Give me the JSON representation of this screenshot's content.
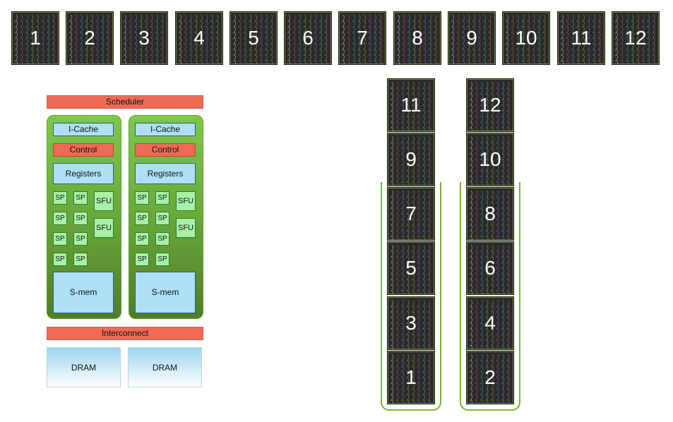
{
  "top_row": {
    "blocks": [
      "1",
      "2",
      "3",
      "4",
      "5",
      "6",
      "7",
      "8",
      "9",
      "10",
      "11",
      "12"
    ]
  },
  "gpu_diagram": {
    "scheduler": "Scheduler",
    "interconnect": "Interconnect",
    "sm_units": [
      {
        "icache": "I-Cache",
        "control": "Control",
        "registers": "Registers",
        "sp_label": "SP",
        "sfu_label": "SFU",
        "smem": "S-mem"
      },
      {
        "icache": "I-Cache",
        "control": "Control",
        "registers": "Registers",
        "sp_label": "SP",
        "sfu_label": "SFU",
        "smem": "S-mem"
      }
    ],
    "dram": [
      "DRAM",
      "DRAM"
    ]
  },
  "columns": {
    "left": [
      "11",
      "9",
      "7",
      "5",
      "3",
      "1"
    ],
    "right": [
      "12",
      "10",
      "8",
      "6",
      "4",
      "2"
    ]
  },
  "colors": {
    "block_bg": "#2a2a2a",
    "accent_red": "#ee6a55",
    "sm_green": "#6aa83a",
    "box_blue": "#aee1f7",
    "sp_green": "#a8f2a8",
    "outline_green": "#76b531"
  }
}
